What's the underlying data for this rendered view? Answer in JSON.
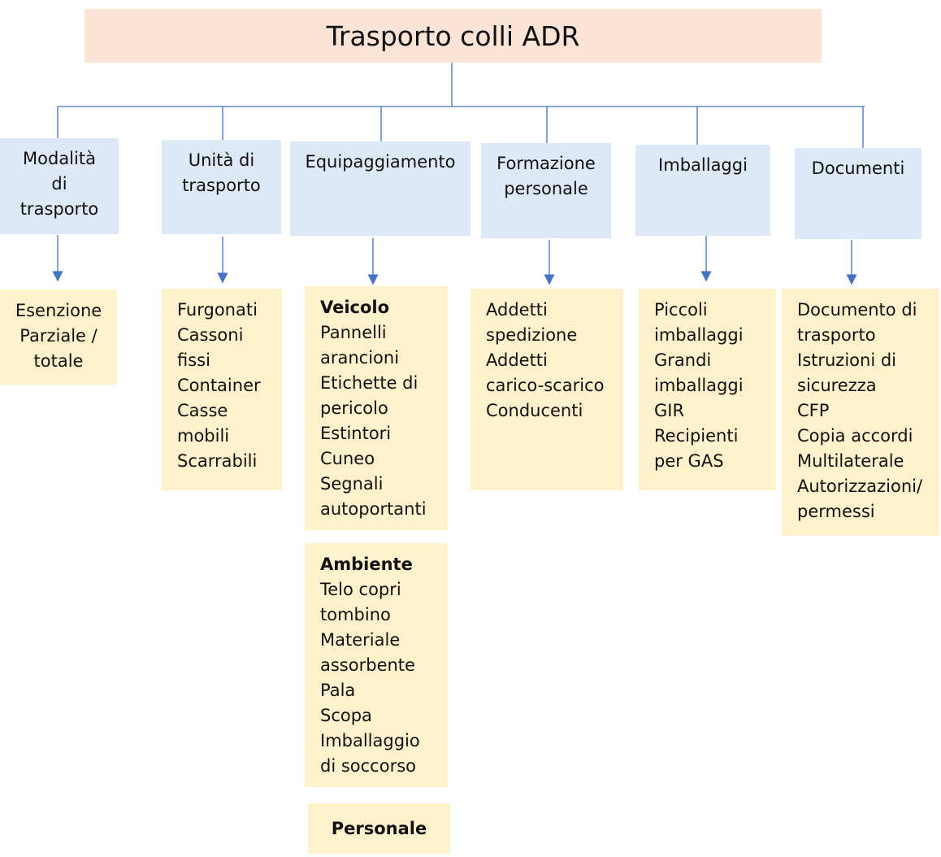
{
  "title": "Trasporto colli ADR",
  "colors": {
    "title_bg": "#fbe3d6",
    "category_bg": "#dde9f6",
    "detail_bg": "#fff1cc",
    "connector": "#4472c4"
  },
  "categories": [
    {
      "label": [
        "Modalità",
        "di",
        "trasporto"
      ],
      "items": [
        "Esenzione",
        "Parziale /",
        "totale"
      ]
    },
    {
      "label": [
        "Unità di",
        "trasporto"
      ],
      "items": [
        "Furgonati",
        "Cassoni",
        "fissi",
        "Container",
        "Casse",
        "mobili",
        "Scarrabili"
      ]
    },
    {
      "label": [
        "Equipaggiamento"
      ],
      "groups": [
        {
          "heading": "Veicolo",
          "items": [
            "Pannelli",
            "arancioni",
            "Etichette di",
            "pericolo",
            "Estintori",
            "Cuneo",
            "Segnali",
            "autoportanti"
          ]
        },
        {
          "heading": "Ambiente",
          "items": [
            "Telo copri",
            "tombino",
            "Materiale",
            "assorbente",
            "Pala",
            "Scopa",
            "Imballaggio",
            "di soccorso"
          ]
        },
        {
          "heading": "Personale"
        }
      ]
    },
    {
      "label": [
        "Formazione",
        "personale"
      ],
      "items": [
        "Addetti",
        "spedizione",
        "Addetti",
        "carico-scarico",
        "Conducenti"
      ]
    },
    {
      "label": [
        "Imballaggi"
      ],
      "items": [
        "Piccoli",
        "imballaggi",
        "Grandi",
        "imballaggi",
        "GIR",
        "Recipienti",
        "per GAS"
      ]
    },
    {
      "label": [
        "Documenti"
      ],
      "items": [
        "Documento di",
        "trasporto",
        "Istruzioni di",
        "sicurezza",
        "CFP",
        "Copia accordi",
        "Multilaterale",
        "Autorizzazioni/",
        "permessi"
      ]
    }
  ]
}
